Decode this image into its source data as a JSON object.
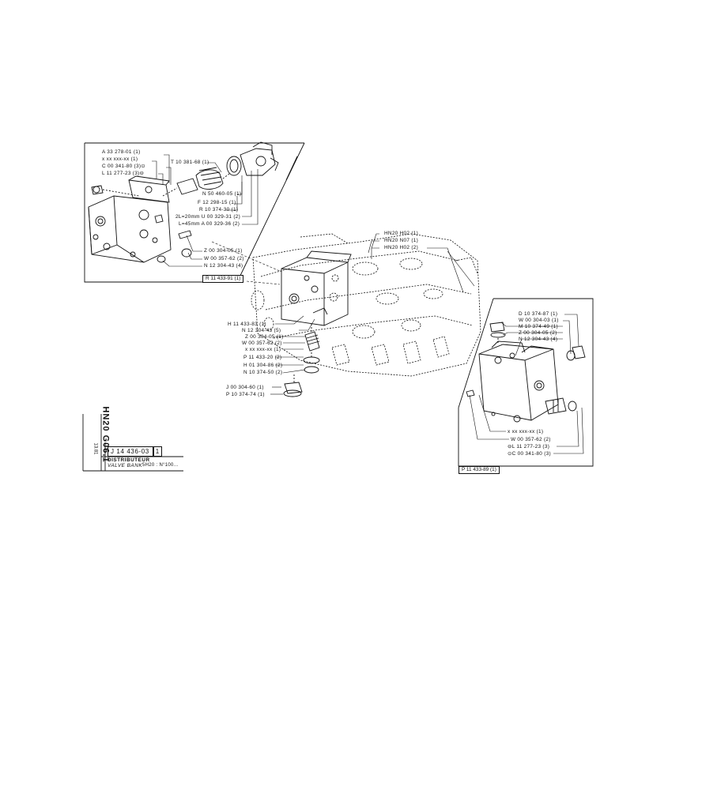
{
  "cartouche": {
    "model_code": "HN20 G06.1",
    "sub_code": "13.81",
    "ref": "J 14 436-03",
    "fig": "1",
    "title_fr": "DISTRIBUTEUR",
    "title_en": "VALVE BANK",
    "model_range": "5H20 : N°100..."
  },
  "top_left": {
    "labels": [
      "A 33 278-01 (1)",
      "x xx xxx-xx (1)",
      "C 00 341-80 (3)⊙",
      "L 11 277-23 (3)⊖",
      "T 10 381-68 (1)",
      "N 50 460-05 (1)",
      "F 12 298-15 (1)",
      "R 10 374-30 (1)",
      "2L=20mm U 00 329-31 (2)",
      "L=45mm A 00 329-36 (2)",
      "Z 00 304-05 (1)",
      "W 00 357-62 (2)",
      "N 12 304-43 (4)"
    ],
    "box_ref": "R 11 433-91 (1)"
  },
  "center": {
    "labels": [
      "HN20 H02 (1)",
      "HN20 N07 (1)",
      "HN20 H02 (2)",
      "H 11 433-83 (1)",
      "N 12 304-43 (5)",
      "Z 00 304-05 (1)",
      "W 00 357-62 (2)",
      "x xx xxx-xx (1)",
      "P 11 433-20 (2)",
      "H 01 304-86 (2)",
      "N 10 374-50 (2)",
      "J 00 304-60 (1)",
      "P 10 374-74 (1)"
    ]
  },
  "right": {
    "labels": [
      "D 10 374-87 (1)",
      "W 00 304-03 (1)",
      "M 10 374-49 (1)",
      "Z 00 304-05 (2)",
      "N 12 304-43 (4)",
      "x xx xxx-xx (1)",
      "W 00 357-62 (2)",
      "⊖L 11 277-23 (3)",
      "⊙C 00 341-80 (3)"
    ],
    "box_ref": "P 11 433-89 (1)"
  }
}
